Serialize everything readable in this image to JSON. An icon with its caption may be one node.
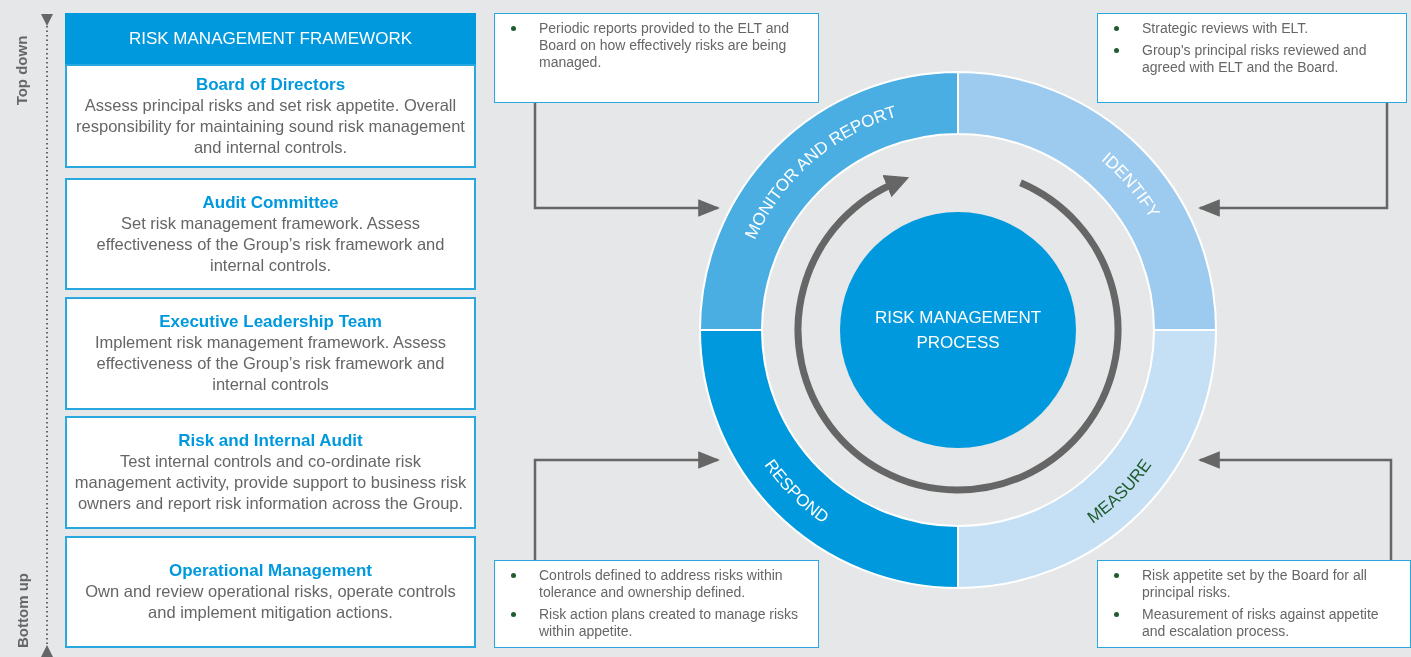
{
  "diagram": {
    "nodes": [
      {
        "text": [
          "RISK MANAGEMENT FRAMEWORK"
        ]
      },
      {
        "text": [
          "Board of Directors",
          "Assess principal risks and set risk appetite. Overall responsibility for maintaining sound risk management and internal controls."
        ]
      },
      {
        "text": [
          "Audit Committee",
          "Set risk management framework. Assess effectiveness of the Group’s risk framework and internal controls."
        ]
      },
      {
        "text": [
          "Executive Leadership Team",
          "Implement risk management framework. Assess effectiveness of the Group’s risk framework and internal controls"
        ]
      },
      {
        "text": [
          "Risk and Internal Audit",
          "Test internal controls and co-ordinate risk management activity, provide support to business risk owners and report risk information across the Group."
        ]
      },
      {
        "text": [
          "Operational Management",
          "Own and review operational risks, operate controls and implement mitigation actions."
        ]
      },
      {
        "text": [
          "Periodic reports provided to the ELT and Board on how effectively risks are being managed."
        ]
      },
      {
        "text": [
          "Strategic reviews with ELT.",
          "Group's principal risks reviewed and agreed with ELT and the Board."
        ]
      },
      {
        "text": [
          "Controls defined to address risks within tolerance and ownership defined.",
          "Risk action plans created to manage risks within appetite."
        ]
      },
      {
        "text": [
          "Risk appetite set by the Board for all principal risks.",
          "Measurement of risks against appetite and escalation process."
        ]
      },
      {
        "text": [
          "MONITOR AND REPORT"
        ]
      },
      {
        "text": [
          "IDENTIFY"
        ]
      },
      {
        "text": [
          "RISK MANAGEMENT PROCESS"
        ]
      },
      {
        "text": [
          "RESPOND"
        ]
      },
      {
        "text": [
          "MEASURE"
        ]
      }
    ],
    "edges": [
      {
        "from": 6,
        "to": 10,
        "arrow": "to"
      },
      {
        "from": 7,
        "to": 11,
        "arrow": "to"
      },
      {
        "from": 8,
        "to": 13,
        "arrow": "to"
      },
      {
        "from": 9,
        "to": 14,
        "arrow": "to"
      }
    ],
    "labels": [
      "Top down",
      "Bottom up"
    ]
  }
}
